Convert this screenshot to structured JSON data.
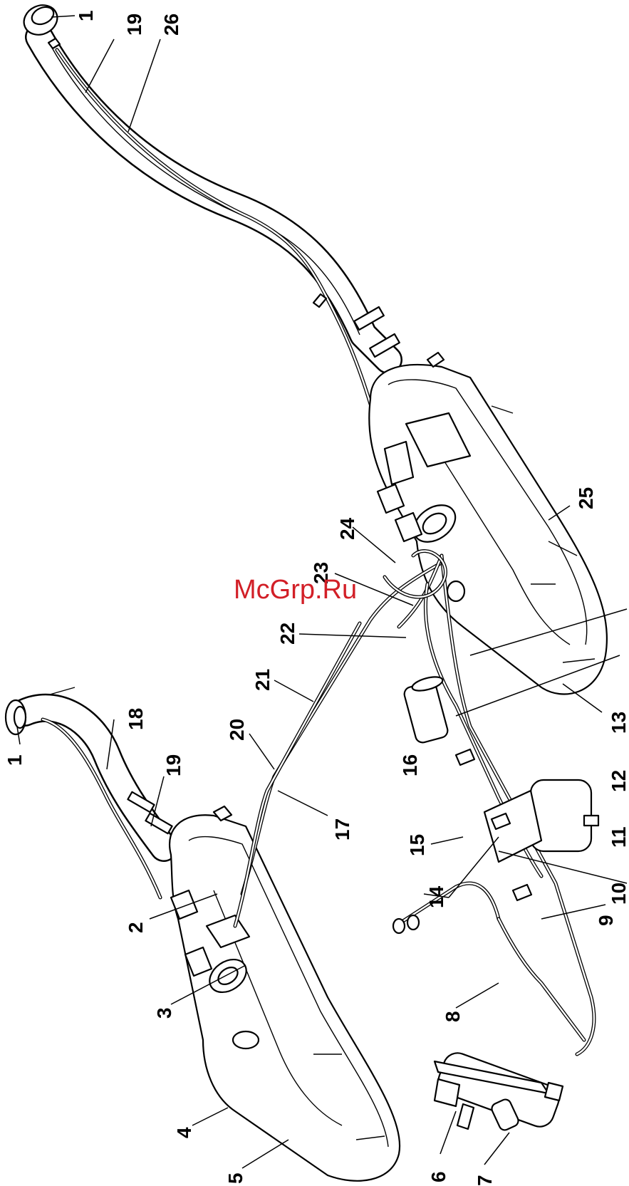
{
  "watermark": "McGrp.Ru",
  "callouts": {
    "c1a": "1",
    "c19a": "19",
    "c26": "26",
    "c1b": "1",
    "c18": "18",
    "c19b": "19",
    "c25": "25",
    "c24": "24",
    "c23": "23",
    "c22": "22",
    "c21": "21",
    "c20": "20",
    "c17": "17",
    "c16": "16",
    "c15": "15",
    "c14": "14",
    "c13": "13",
    "c12": "12",
    "c11": "11",
    "c10": "10",
    "c9": "9",
    "c8": "8",
    "c7": "7",
    "c6": "6",
    "c5": "5",
    "c4": "4",
    "c3": "3",
    "c2": "2"
  }
}
